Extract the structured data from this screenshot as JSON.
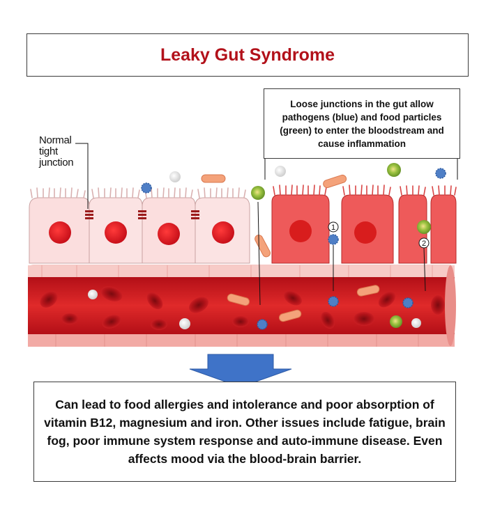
{
  "title": "Leaky Gut Syndrome",
  "callout": "Loose junctions in the gut allow pathogens (blue) and food particles (green) to enter the bloodstream and cause inflammation",
  "normal_label": {
    "line1": "Normal",
    "line2": "tight",
    "line3": "junction"
  },
  "markers": [
    "1",
    "2"
  ],
  "summary": "Can lead to food allergies and intolerance and poor absorption of vitamin B12, magnesium and iron. Other issues include fatigue, brain fog, poor immune system response and auto-immune disease. Even affects mood via the blood-brain barrier.",
  "colors": {
    "title": "#b2111a",
    "healthy_cell": "#fbdede",
    "inflamed_cell": "#ee5a5a",
    "nucleus": "#e01d1d",
    "vessel": "#f3b3b0",
    "blood": "#c8151b",
    "pathogen": "#4f7fc6",
    "food_particle": "#8db838",
    "arrow": "#3f73c8"
  }
}
